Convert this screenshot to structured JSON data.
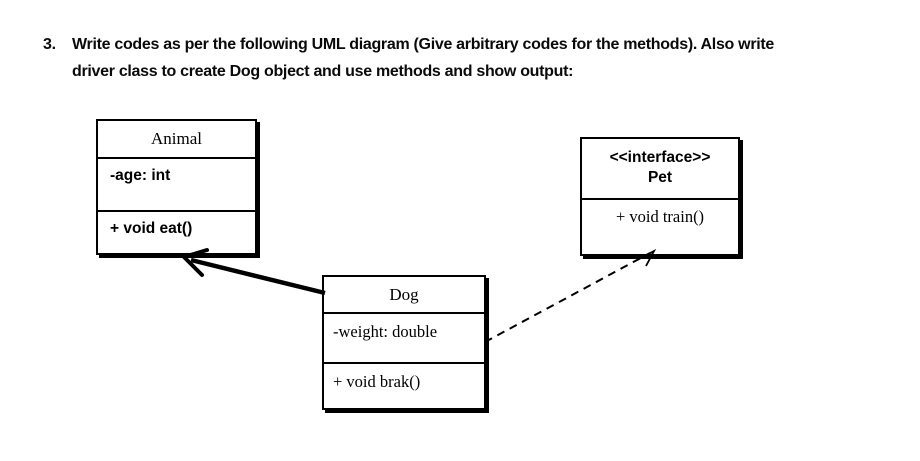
{
  "question": {
    "number": "3.",
    "lines": [
      "Write codes as per the following UML diagram (Give arbitrary codes for the methods). Also write",
      "driver class to create Dog object and use methods and show output:"
    ]
  },
  "diagram": {
    "classes": [
      {
        "name": "Animal",
        "attributes": [
          "-age: int"
        ],
        "methods": [
          "+ void eat()"
        ]
      },
      {
        "stereotype": "<<interface>>",
        "name": "Pet",
        "attributes": [],
        "methods": [
          "+ void train()"
        ]
      },
      {
        "name": "Dog",
        "attributes": [
          "-weight: double"
        ],
        "methods": [
          "+ void brak()"
        ]
      }
    ],
    "relationships": [
      {
        "from": "Dog",
        "to": "Animal",
        "style": "solid-arrow"
      },
      {
        "from": "Dog",
        "to": "Pet",
        "style": "dashed-arrow"
      }
    ]
  },
  "colors": {
    "ink": "#000000",
    "paper": "#ffffff"
  }
}
